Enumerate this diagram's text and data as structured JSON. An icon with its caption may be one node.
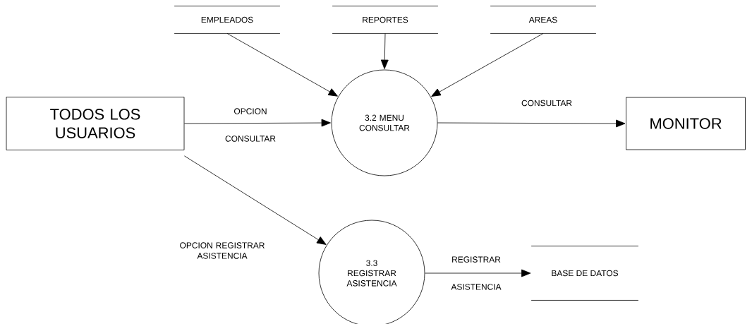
{
  "diagram": {
    "nodes": [
      {
        "text": [
          "TODOS LOS USUARIOS"
        ]
      },
      {
        "text": [
          "EMPLEADOS"
        ]
      },
      {
        "text": [
          "REPORTES"
        ]
      },
      {
        "text": [
          "AREAS"
        ]
      },
      {
        "text": [
          "3.2 MENU CONSULTAR"
        ]
      },
      {
        "text": [
          "MONITOR"
        ]
      },
      {
        "text": [
          "3.3 REGISTRAR ASISTENCIA"
        ]
      },
      {
        "text": [
          "BASE DE DATOS"
        ]
      }
    ],
    "edges": [
      {
        "from": 0,
        "to": 4,
        "arrow": "to",
        "label": "OPCION CONSULTAR"
      },
      {
        "from": 1,
        "to": 4,
        "arrow": "to"
      },
      {
        "from": 2,
        "to": 4,
        "arrow": "to"
      },
      {
        "from": 3,
        "to": 4,
        "arrow": "to"
      },
      {
        "from": 4,
        "to": 5,
        "arrow": "to",
        "label": "CONSULTAR"
      },
      {
        "from": 0,
        "to": 6,
        "arrow": "to",
        "label": "OPCION REGISTRAR ASISTENCIA"
      },
      {
        "from": 6,
        "to": 7,
        "arrow": "to",
        "label": "REGISTRAR ASISTENCIA"
      }
    ]
  }
}
